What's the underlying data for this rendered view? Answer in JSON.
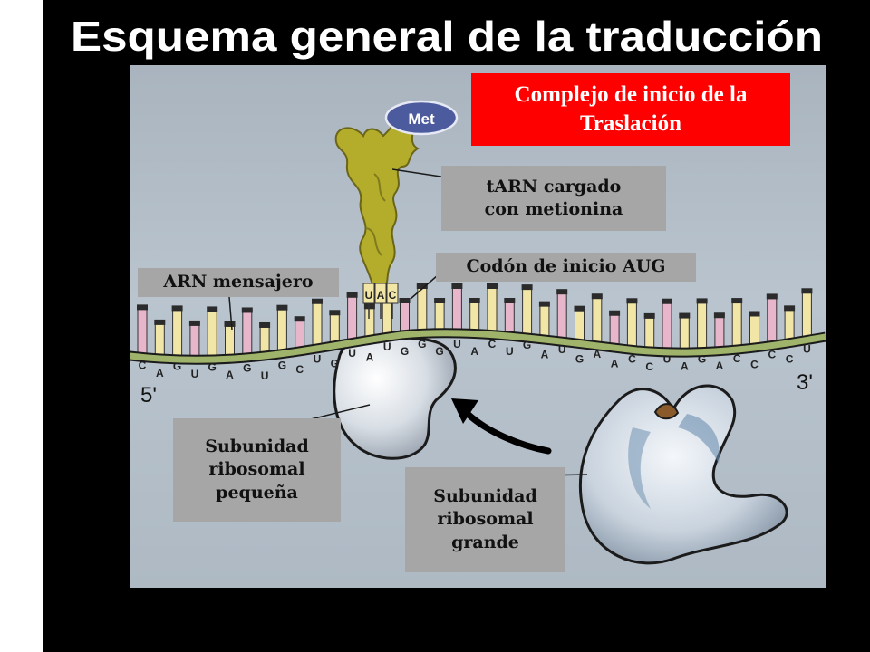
{
  "title": "Esquema general de la traducción",
  "box_heading": "Complejo de inicio de la\nTraslación",
  "labels": {
    "trna": "tARN cargado\ncon metionina",
    "codon": "Codón de inicio AUG",
    "mrna": "ARN mensajero",
    "small_subunit": "Subunidad\nribosomal\npequeña",
    "large_subunit": "Subunidad\nribosomal\ngrande"
  },
  "diagram_text": {
    "met": "Met",
    "five_prime": "5'",
    "three_prime": "3'",
    "anticodon": [
      "U",
      "A",
      "C"
    ],
    "mrna_bases": [
      "C",
      "A",
      "G",
      "U",
      "G",
      "A",
      "G",
      "U",
      "G",
      "C",
      "U",
      "G",
      "U",
      "A",
      "U",
      "G",
      "G",
      "G",
      "U",
      "A",
      "C",
      "U",
      "G",
      "A",
      "U",
      "G",
      "A",
      "A",
      "C",
      "C",
      "U",
      "A",
      "G",
      "A",
      "C",
      "C",
      "C",
      "C",
      "U"
    ]
  },
  "colors": {
    "title_fill": "#ffffff",
    "title_outline": "#000000",
    "panel": "#b3bec9",
    "red_box": "#ff0000",
    "label_box": "#a6a6a6",
    "trna": "#b4ad2c",
    "met": "#4c5a9e",
    "mrna_backbone": "#9fb46a",
    "base_pink": "#e7b6cb",
    "base_yellow": "#f2e6a6"
  }
}
